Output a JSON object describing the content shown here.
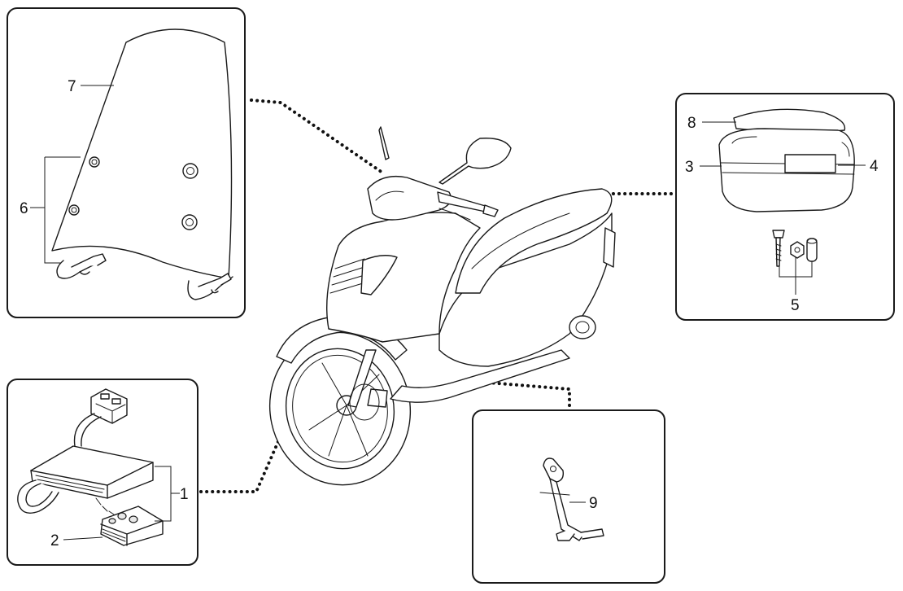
{
  "callouts": {
    "c1": "1",
    "c2": "2",
    "c3": "3",
    "c4": "4",
    "c5": "5",
    "c6": "6",
    "c7": "7",
    "c8": "8",
    "c9": "9"
  },
  "colors": {
    "line": "#1a1a1a",
    "background": "#ffffff",
    "fill_shade": "#e8e8e8"
  },
  "icons": {
    "scooter": "scooter-drawing",
    "windshield": "windshield-drawing",
    "top_case": "top-case-drawing",
    "alarm": "alarm-module-drawing",
    "stand": "side-stand-drawing"
  }
}
